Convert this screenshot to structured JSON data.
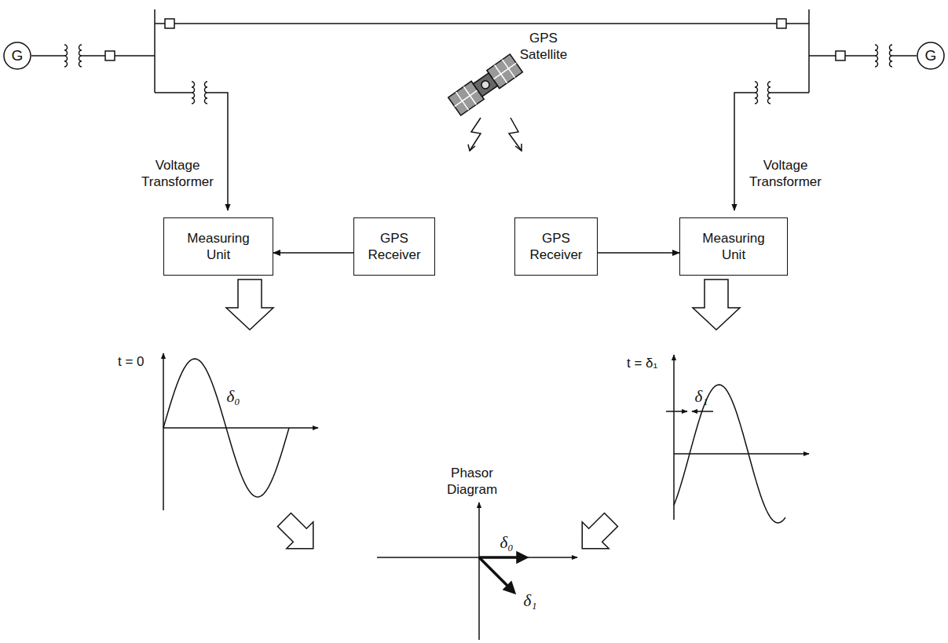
{
  "diagram": {
    "nodes": [
      {
        "text": [
          "G"
        ]
      },
      {
        "text": [
          "G"
        ]
      },
      {
        "text": [
          "Measuring Unit"
        ]
      },
      {
        "text": [
          "GPS Receiver"
        ]
      },
      {
        "text": [
          "GPS Receiver"
        ]
      },
      {
        "text": [
          "Measuring Unit"
        ]
      }
    ],
    "edges": [
      {
        "from": 3,
        "to": 2,
        "arrow": "to"
      },
      {
        "from": 4,
        "to": 5,
        "arrow": "to"
      }
    ],
    "labels": [
      "GPS Satellite",
      "Voltage Transformer",
      "Voltage Transformer",
      "t = 0",
      "δ₀",
      "t = δ₁",
      "δ₁",
      "Phasor Diagram",
      "δ₀",
      "δ₁"
    ]
  }
}
